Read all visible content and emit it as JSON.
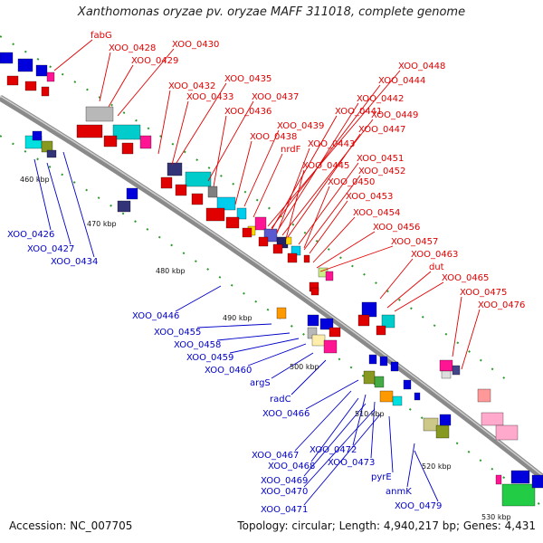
{
  "header": {
    "title": "Xanthomonas oryzae pv. oryzae MAFF 311018, complete genome"
  },
  "footer": {
    "accession": "Accession: NC_007705",
    "topology": "Topology: circular; Length: 4,940,217 bp; Genes: 4,431"
  },
  "colors": {
    "forward_label": "#e00000",
    "reverse_label": "#0000c8",
    "backbone": "#8a8a8a"
  },
  "scale": [
    "460 kbp",
    "470 kbp",
    "480 kbp",
    "490 kbp",
    "500 kbp",
    "510 kbp",
    "520 kbp",
    "530 kbp"
  ],
  "top_labels": [
    "fabG",
    "XOO_0428",
    "XOO_0430",
    "XOO_0429",
    "XOO_0432",
    "XOO_0435",
    "XOO_0433",
    "XOO_0437",
    "XOO_0436",
    "XOO_0439",
    "XOO_0438",
    "nrdF",
    "XOO_0448",
    "XOO_0444",
    "XOO_0442",
    "XOO_0441",
    "XOO_0449",
    "XOO_0447",
    "XOO_0443",
    "XOO_0445",
    "XOO_0451",
    "XOO_0452",
    "XOO_0450",
    "XOO_0453",
    "XOO_0454",
    "XOO_0456",
    "XOO_0457",
    "XOO_0463",
    "dut",
    "XOO_0465",
    "XOO_0475",
    "XOO_0476"
  ],
  "bottom_labels": [
    "XOO_0426",
    "XOO_0427",
    "XOO_0434",
    "XOO_0446",
    "XOO_0455",
    "XOO_0458",
    "XOO_0459",
    "XOO_0460",
    "argS",
    "radC",
    "XOO_0466",
    "XOO_0467",
    "XOO_0468",
    "XOO_0469",
    "XOO_0470",
    "XOO_0471",
    "XOO_0472",
    "XOO_0473",
    "pyrE",
    "anmK",
    "XOO_0479"
  ]
}
